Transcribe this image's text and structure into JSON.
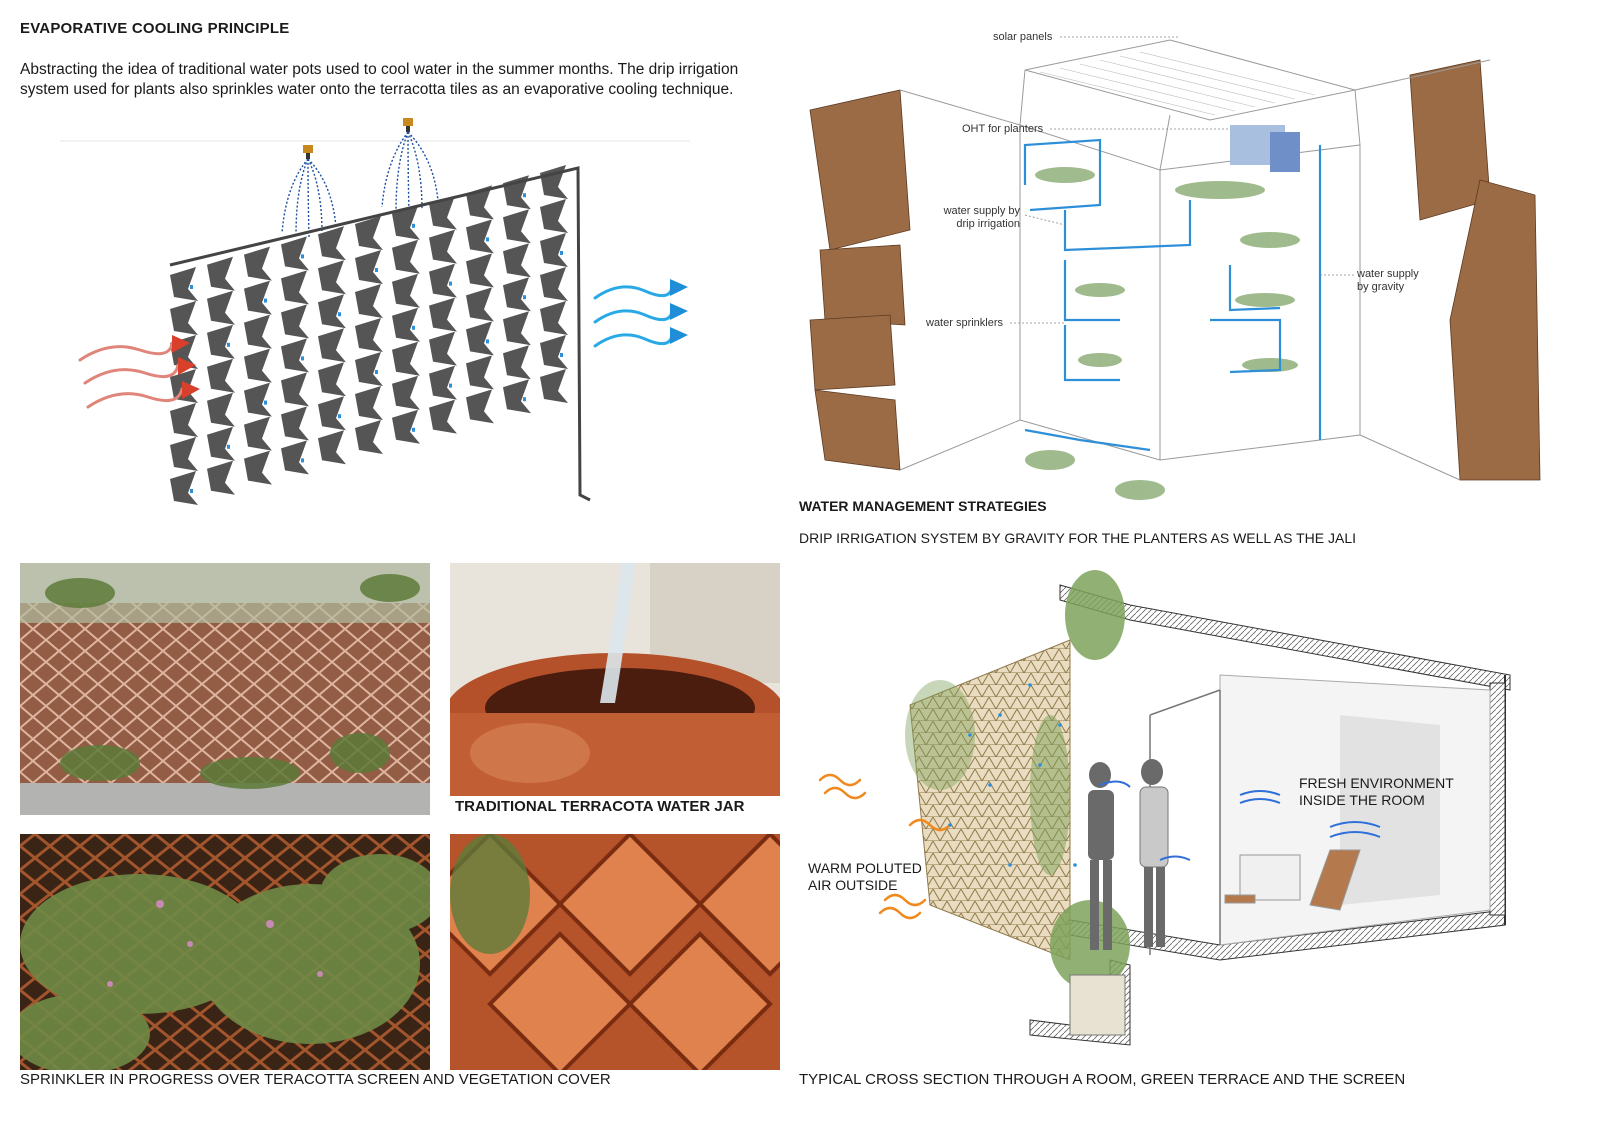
{
  "evaporative": {
    "title": "EVAPORATIVE COOLING PRINCIPLE",
    "description": "Abstracting the idea of traditional water pots used to cool water in the summer months. The drip irrigation system used for plants also sprinkles water onto the terracotta tiles as an evaporative cooling technique."
  },
  "water_management": {
    "title": "WATER MANAGEMENT STRATEGIES",
    "subtitle": "DRIP IRRIGATION SYSTEM BY GRAVITY FOR THE PLANTERS AS WELL AS THE JALI",
    "labels": {
      "solar_panels": "solar panels",
      "oht": "OHT for planters",
      "drip_1": "water supply by",
      "drip_2": "drip irrigation",
      "gravity_1": "water supply",
      "gravity_2": "by gravity",
      "sprinklers": "water sprinklers"
    }
  },
  "photos": {
    "jar_caption": "TRADITIONAL TERRACOTA WATER JAR",
    "sprinkler_caption": "SPRINKLER IN PROGRESS OVER TERACOTTA SCREEN AND VEGETATION COVER"
  },
  "section": {
    "warm_1": "WARM POLUTED",
    "warm_2": "AIR OUTSIDE",
    "fresh_1": "FRESH ENVIRONMENT",
    "fresh_2": "INSIDE THE ROOM",
    "caption": "TYPICAL CROSS SECTION THROUGH  A ROOM, GREEN TERRACE AND THE SCREEN"
  },
  "colors": {
    "terracotta": "#a0522d",
    "water_blue": "#2e8fd9",
    "warm_red": "#d9402b",
    "cool_blue": "#29a9e6",
    "tile_gray": "#555555"
  }
}
